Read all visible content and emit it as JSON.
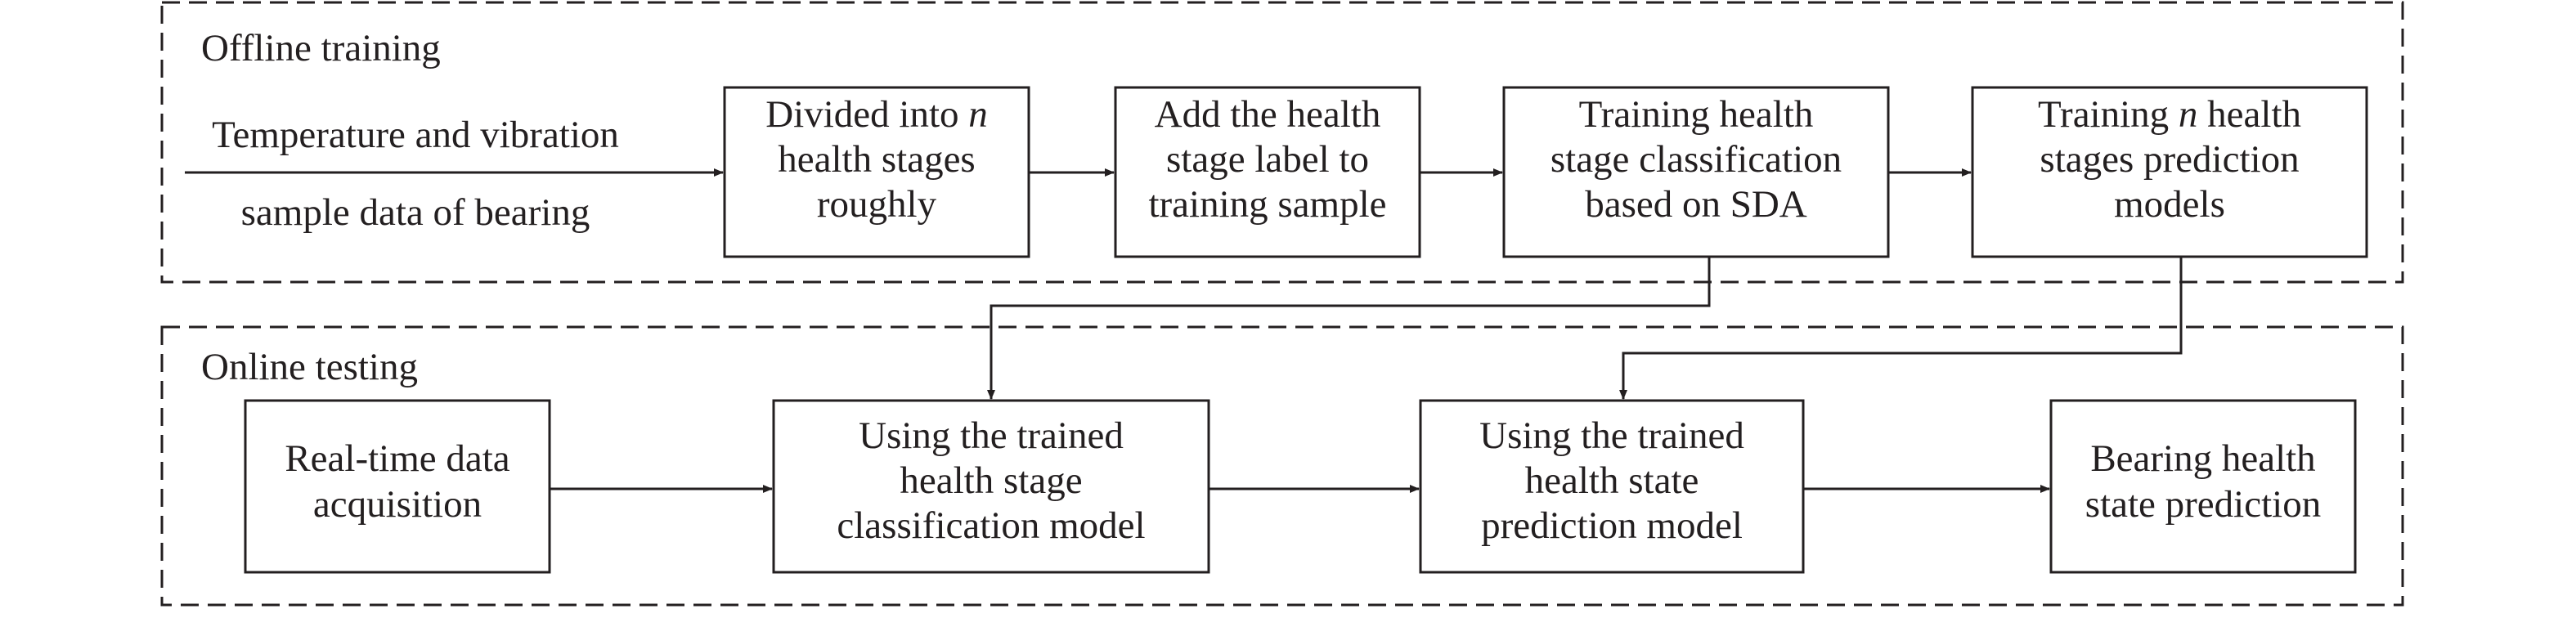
{
  "sections": {
    "offline": "Offline training",
    "online": "Online testing"
  },
  "input": {
    "line1": "Temperature and vibration",
    "line2": "sample data of bearing"
  },
  "offline_boxes": [
    {
      "lines": [
        {
          "parts": [
            "Divided into ",
            "n"
          ]
        },
        {
          "parts": [
            "health stages"
          ]
        },
        {
          "parts": [
            "roughly"
          ]
        }
      ]
    },
    {
      "lines": [
        {
          "parts": [
            "Add the health"
          ]
        },
        {
          "parts": [
            "stage label to"
          ]
        },
        {
          "parts": [
            "training sample"
          ]
        }
      ]
    },
    {
      "lines": [
        {
          "parts": [
            "Training health"
          ]
        },
        {
          "parts": [
            "stage classification"
          ]
        },
        {
          "parts": [
            "based on SDA"
          ]
        }
      ]
    },
    {
      "lines": [
        {
          "parts": [
            "Training ",
            "n",
            " health"
          ]
        },
        {
          "parts": [
            "stages prediction"
          ]
        },
        {
          "parts": [
            "models"
          ]
        }
      ]
    }
  ],
  "online_boxes": [
    {
      "lines": [
        {
          "parts": [
            "Real-time data"
          ]
        },
        {
          "parts": [
            "acquisition"
          ]
        }
      ]
    },
    {
      "lines": [
        {
          "parts": [
            "Using the trained"
          ]
        },
        {
          "parts": [
            "health stage"
          ]
        },
        {
          "parts": [
            "classification model"
          ]
        }
      ]
    },
    {
      "lines": [
        {
          "parts": [
            "Using the trained"
          ]
        },
        {
          "parts": [
            "health state"
          ]
        },
        {
          "parts": [
            "prediction model"
          ]
        }
      ]
    },
    {
      "lines": [
        {
          "parts": [
            "Bearing health"
          ]
        },
        {
          "parts": [
            "state prediction"
          ]
        }
      ]
    }
  ]
}
